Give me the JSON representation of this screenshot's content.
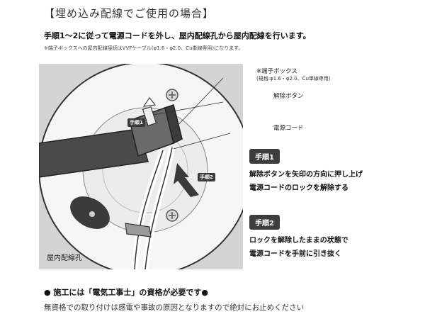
{
  "section_title": "【埋め込み配線でご使用の場合】",
  "instruction": "手順1～2に従って電源コードを外し、屋内配線孔から屋内配線を行います。",
  "note": "※端子ボックスへの屋内配線接続はVVFケーブル(φ1.6・φ2.0、Cu単線専用)になります。",
  "figure": {
    "callout_box": "※端子ボックス",
    "callout_box_spec": "(規格:φ1.6・φ2.0、Cu単線専用)",
    "callout_release": "解除ボタン",
    "callout_cord": "電源コード",
    "tag_step1": "手順1",
    "tag_step2": "手順2",
    "hole_label": "屋内配線孔"
  },
  "steps": [
    {
      "badge": "手順1",
      "lines": [
        "解除ボタンを矢印の方向に押し上げ",
        "電源コードのロックを解除する"
      ]
    },
    {
      "badge": "手順2",
      "lines": [
        "ロックを解除したままの状態で",
        "電源コードを手前に引き抜く"
      ]
    }
  ],
  "warning": "● 施工には「電気工事士」の資格が必要です●",
  "disclaimer": "無資格での取り付けは感電や事故の原因となりますので絶対にお止めください"
}
